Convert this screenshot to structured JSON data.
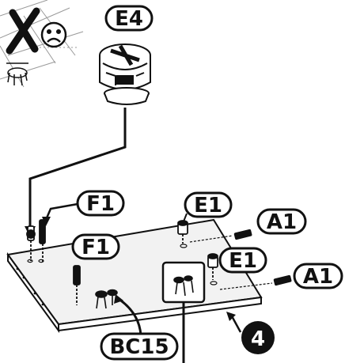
{
  "labels": {
    "e4": "E4",
    "f1_top": "F1",
    "f1_bottom": "F1",
    "e1_top": "E1",
    "e1_right": "E1",
    "a1_top": "A1",
    "a1_bottom": "A1",
    "bc15": "BC15"
  },
  "step_number": "4",
  "colors": {
    "ink": "#111111",
    "paper": "#ffffff",
    "panel_grey": "#f2f2f2",
    "warning": "#111111"
  },
  "icons": {
    "wrong_way": "cross-mark-icon",
    "sad_face": "sad-face-icon"
  }
}
